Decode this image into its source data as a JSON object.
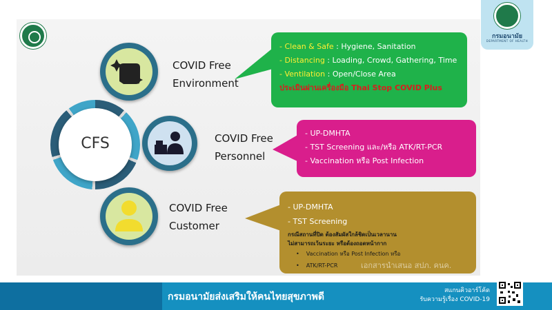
{
  "branding": {
    "org_name_th": "กรมอนามัย",
    "org_name_en": "DEPARTMENT OF HEALTH"
  },
  "hub": {
    "label": "CFS"
  },
  "sections": [
    {
      "title_line1": "COVID Free",
      "title_line2": "Environment",
      "icon": "cleaning-hand-icon"
    },
    {
      "title_line1": "COVID Free",
      "title_line2": "Personnel",
      "icon": "staff-at-counter-icon"
    },
    {
      "title_line1": "COVID Free",
      "title_line2": "Customer",
      "icon": "customer-person-icon"
    }
  ],
  "environment_box": {
    "items": [
      {
        "term": "- Clean & Safe",
        "detail": " : Hygiene, Sanitation"
      },
      {
        "term": "- Distancing",
        "detail": "  : Loading, Crowd, Gathering, Time"
      },
      {
        "term": "- Ventilation",
        "detail": " : Open/Close Area"
      }
    ],
    "assessment": "ประเมินผ่านเครื่องมือ Thai Stop COVID Plus"
  },
  "personnel_box": {
    "items": [
      "- UP-DMHTA",
      "- TST Screening และ/หรือ ATK/RT-PCR",
      "- Vaccination หรือ Post Infection"
    ]
  },
  "customer_box": {
    "items": [
      "- UP-DMHTA",
      "- TST Screening"
    ],
    "note_line1": "กรณีสถานที่ปิด ต้องสัมผัสใกล้ชิดเป็นเวลานาน",
    "note_line2": "ไม่สามารถเว้นระยะ หรือต้องถอดหน้ากาก",
    "bullets": [
      "Vaccination หรือ Post Infection หรือ",
      "ATK/RT-PCR"
    ],
    "watermark": "เอกสารนำเสนอ สปภ. คนค."
  },
  "footer": {
    "slogan": "กรมอนามัยส่งเสริมให้คนไทยสุขภาพดี",
    "scan_line1": "สแกนคิวอาร์โค้ด",
    "scan_line2": "รับความรู้เรื่อง COVID-19"
  },
  "colors": {
    "environment": "#1fb24a",
    "personnel": "#d91e8c",
    "customer": "#b38f2e",
    "footer_bar": "#1590c0",
    "highlight": "#ffee33",
    "alert_red": "#d81e1e"
  }
}
